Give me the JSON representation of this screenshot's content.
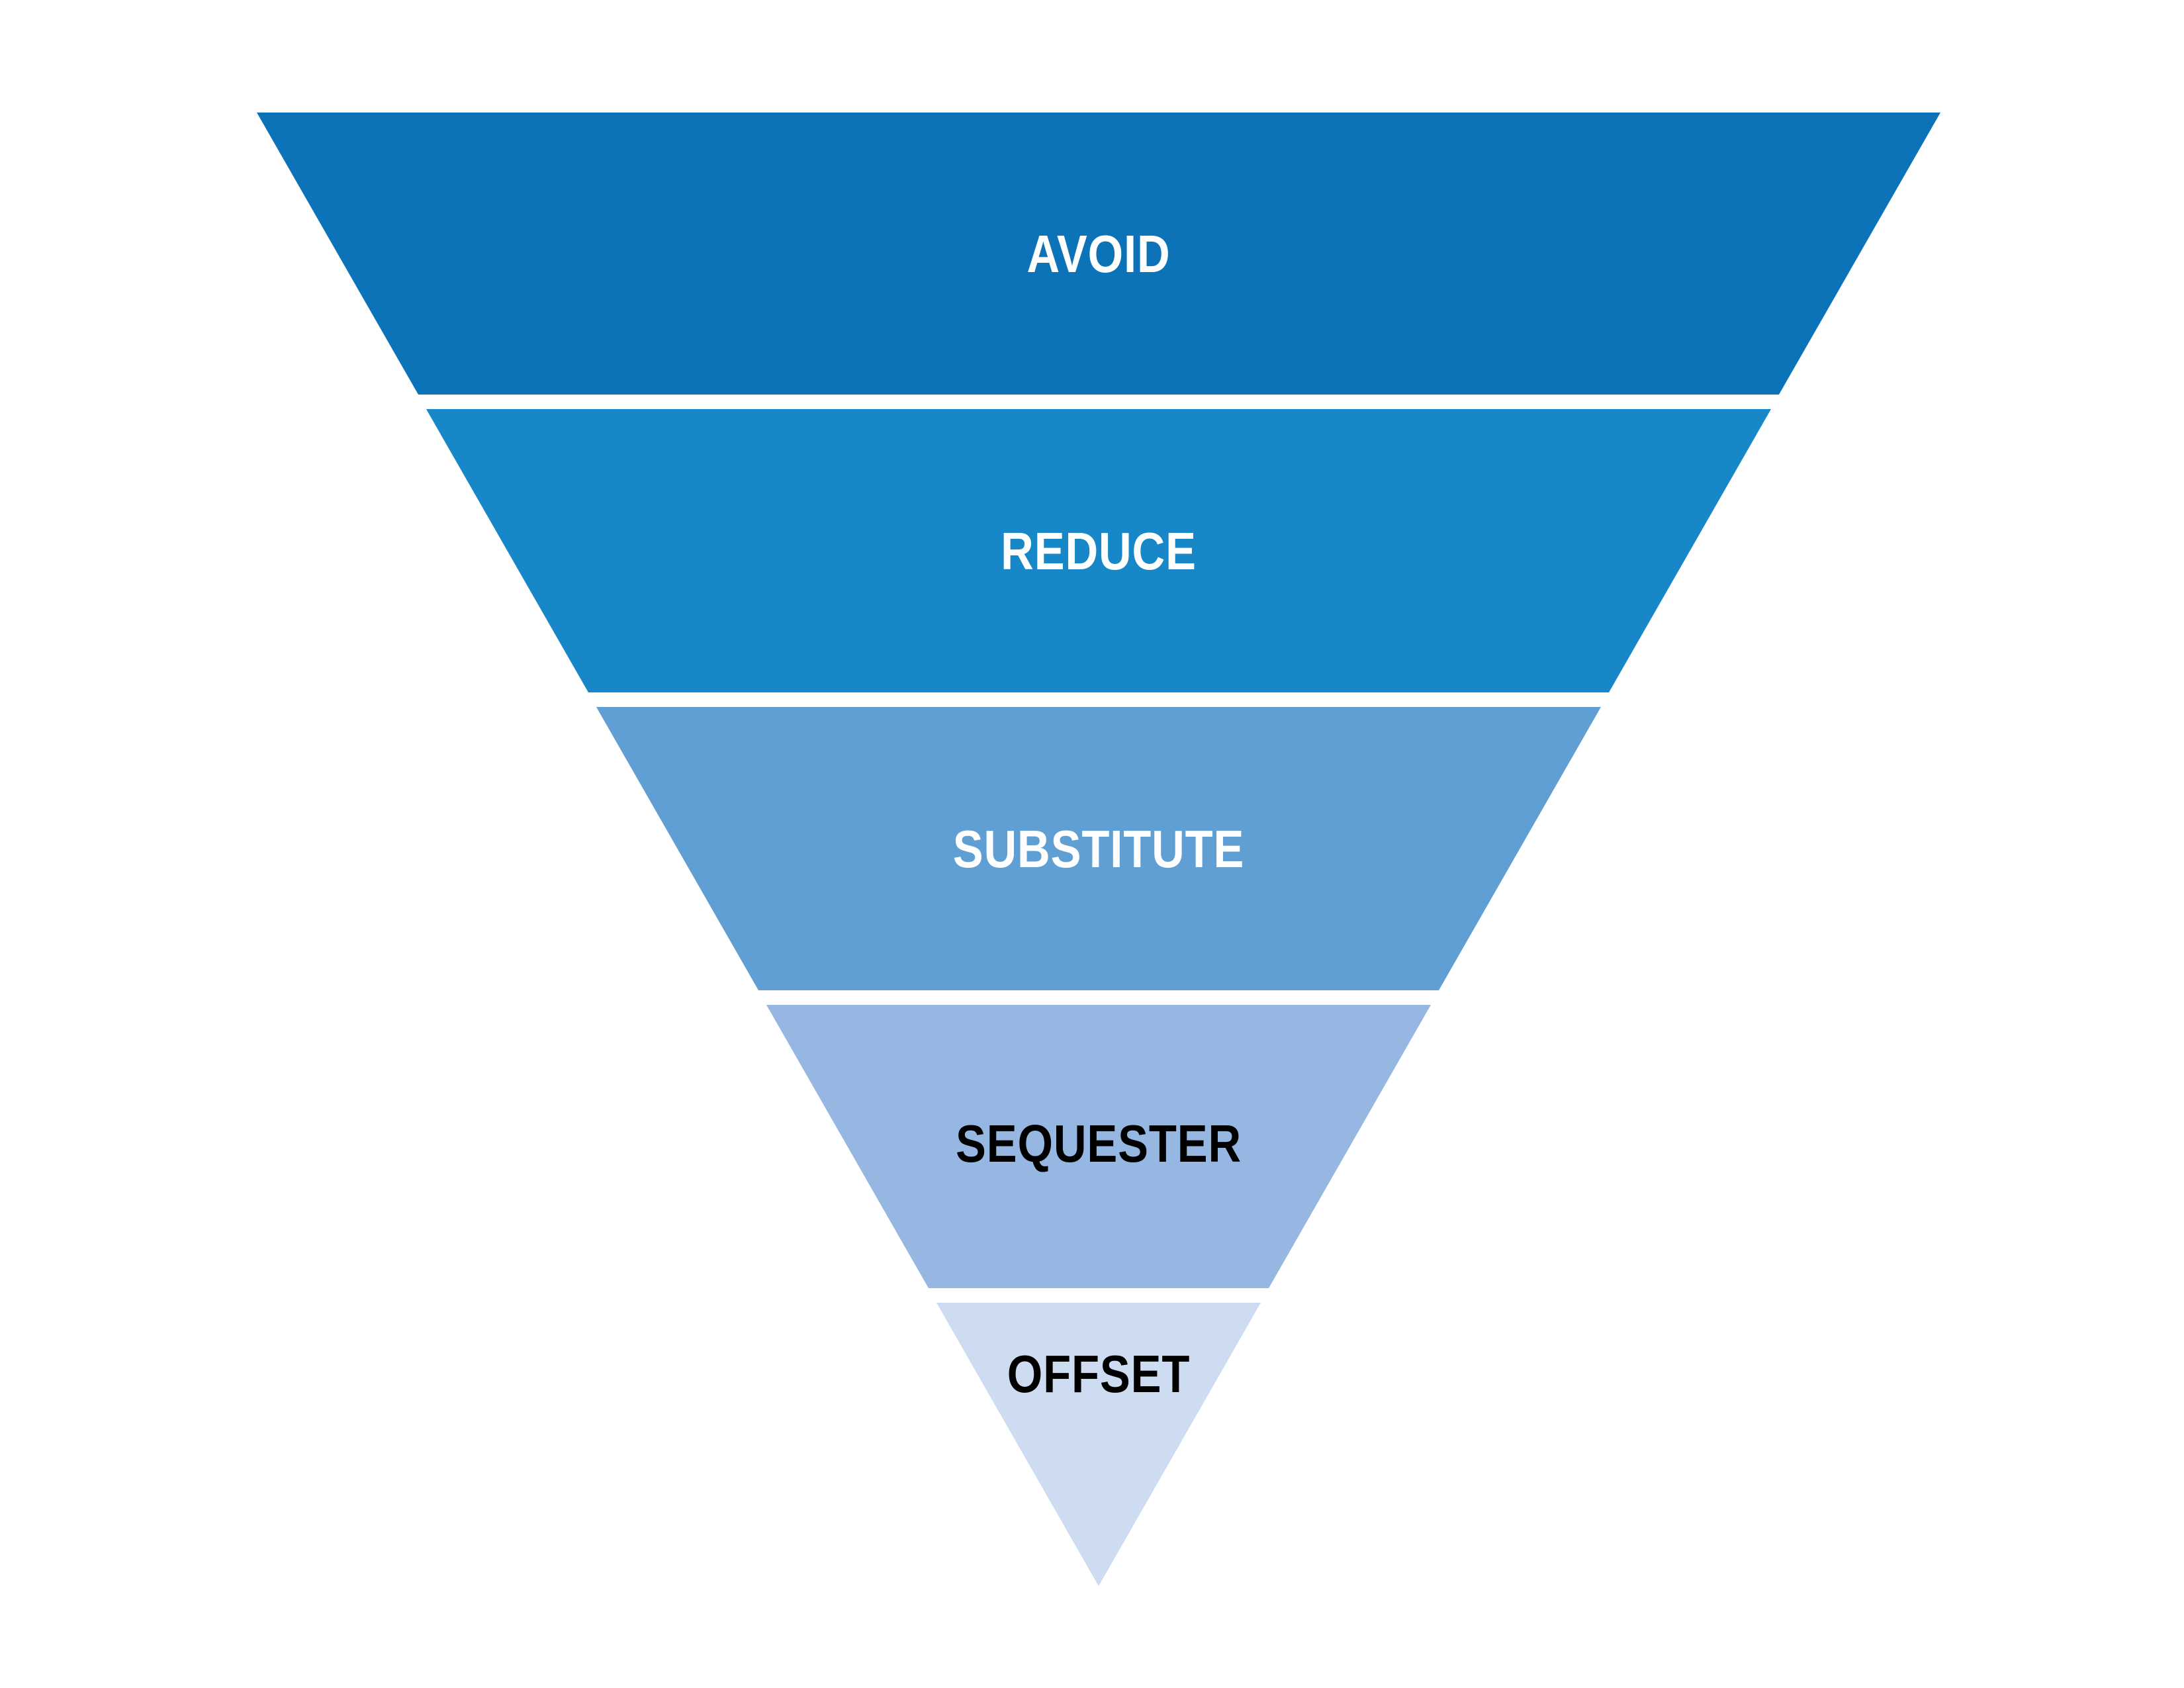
{
  "diagram": {
    "kind": "inverted-pyramid-funnel",
    "background_color": "#ffffff",
    "levels": [
      {
        "label": "AVOID",
        "color": "#0d73b8",
        "text_color": "#ffffff"
      },
      {
        "label": "REDUCE",
        "color": "#1787c8",
        "text_color": "#ffffff"
      },
      {
        "label": "SUBSTITUTE",
        "color": "#5f9fd3",
        "text_color": "#ffffff"
      },
      {
        "label": "SEQUESTER",
        "color": "#95b7e1",
        "text_color": "#000000"
      },
      {
        "label": "OFFSET",
        "color": "#cddcf0",
        "text_color": "#000000"
      }
    ]
  }
}
